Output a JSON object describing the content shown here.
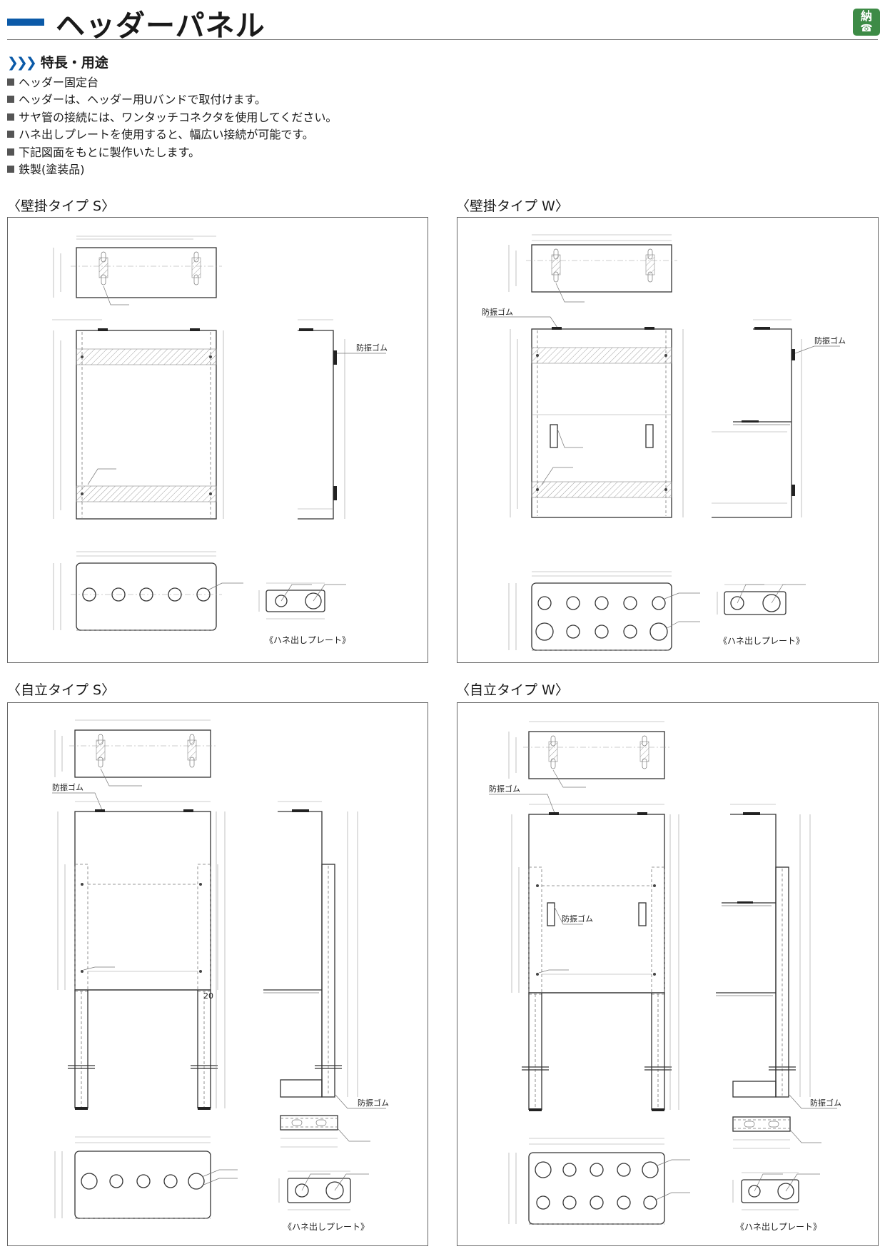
{
  "page": {
    "title": "ヘッダーパネル",
    "badge": "納",
    "accent_color": "#0b5aa8",
    "badge_color": "#3d8b46"
  },
  "features": {
    "heading": "特長・用途",
    "items": [
      "ヘッダー固定台",
      "ヘッダーは、ヘッダー用Uバンドで取付けます。",
      "サヤ管の接続には、ワンタッチコネクタを使用してください。",
      "ハネ出しプレートを使用すると、幅広い接続が可能です。",
      "下記図面をもとに製作いたします。",
      "鉄製(塗装品)"
    ]
  },
  "panels": {
    "wall_s": {
      "caption": "〈壁掛タイプ S〉",
      "rubber": "防振ゴム",
      "plate": "《ハネ出しプレート》"
    },
    "wall_w": {
      "caption": "〈壁掛タイプ W〉",
      "rubber": "防振ゴム",
      "plate": "《ハネ出しプレート》"
    },
    "stand_s": {
      "caption": "〈自立タイプ S〉",
      "rubber": "防振ゴム",
      "plate": "《ハネ出しプレート》",
      "dim_20": "20"
    },
    "stand_w": {
      "caption": "〈自立タイプ W〉",
      "rubber": "防振ゴム",
      "plate": "《ハネ出しプレート》"
    }
  }
}
